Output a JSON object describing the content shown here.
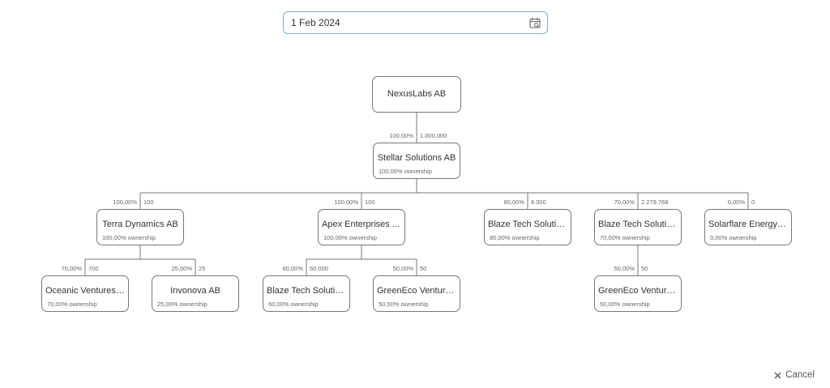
{
  "date_field": {
    "value": "1 Feb 2024",
    "icon": "calendar-icon"
  },
  "cancel": {
    "label": "Cancel",
    "icon": "close-icon"
  },
  "tree": {
    "root": {
      "name": "NexusLabs AB",
      "children": [
        {
          "name": "Stellar Solutions AB",
          "ownership": "100,00% ownership",
          "edge_pct": "100,00%",
          "edge_shares": "1.000.000",
          "children": [
            {
              "name": "Terra Dynamics AB",
              "ownership": "100,00% ownership",
              "edge_pct": "100,00%",
              "edge_shares": "100",
              "children": [
                {
                  "name": "Oceanic Ventures AB",
                  "ownership": "70,00% ownership",
                  "edge_pct": "70,00%",
                  "edge_shares": "700"
                },
                {
                  "name": "Invonova AB",
                  "ownership": "25,00% ownership",
                  "edge_pct": "25,00%",
                  "edge_shares": "25"
                }
              ]
            },
            {
              "name": "Apex Enterprises AS",
              "ownership": "100,00% ownership",
              "edge_pct": "100,00%",
              "edge_shares": "100",
              "children": [
                {
                  "name": "Blaze Tech Solution...",
                  "ownership": "60,00% ownership",
                  "edge_pct": "60,00%",
                  "edge_shares": "60.000"
                },
                {
                  "name": "GreenEco Ventures...",
                  "ownership": "50,00% ownership",
                  "edge_pct": "50,00%",
                  "edge_shares": "50"
                }
              ]
            },
            {
              "name": "Blaze Tech Solution...",
              "ownership": "80,00% ownership",
              "edge_pct": "80,00%",
              "edge_shares": "8.000"
            },
            {
              "name": "Blaze Tech Solution...",
              "ownership": "70,00% ownership",
              "edge_pct": "70,00%",
              "edge_shares": "2.279.768",
              "children": [
                {
                  "name": "GreenEco Ventures...",
                  "ownership": "50,00% ownership",
                  "edge_pct": "50,00%",
                  "edge_shares": "50"
                }
              ]
            },
            {
              "name": "Solarflare Energy Ltd.",
              "ownership": "0,00% ownership",
              "edge_pct": "0,00%",
              "edge_shares": "0"
            }
          ]
        }
      ]
    }
  }
}
